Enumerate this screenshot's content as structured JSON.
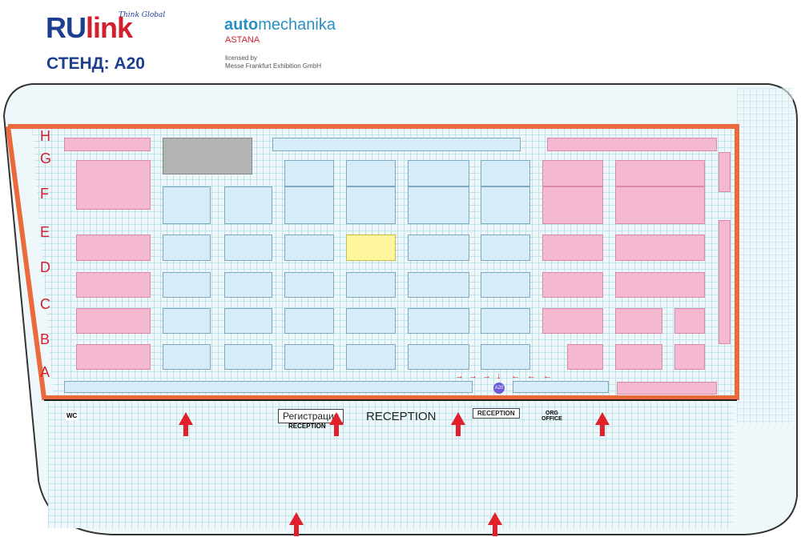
{
  "header": {
    "brand_ru": "RU",
    "brand_link": "link",
    "tagline": "Think Global",
    "stand": "СТЕНД: A20",
    "event_bold": "auto",
    "event_rest": "mechanika",
    "event_city": "ASTANA",
    "licensed_line1": "licensed by",
    "licensed_line2": "Messe Frankfurt Exhibition GmbH"
  },
  "rows": [
    "H",
    "G",
    "F",
    "E",
    "D",
    "C",
    "B",
    "A"
  ],
  "labels": {
    "registration": "Регистрация",
    "reception_small": "RECEPTION",
    "reception_main": "RECEPTION",
    "reception_right": "RECEPTION",
    "org_office": "ORG OFFICE",
    "wc": "WC"
  },
  "highlight_booth": "A20",
  "colors": {
    "wall": "#ea6a3c",
    "arrow": "#e0202a",
    "booth": "#d6ecf8",
    "pink": "#f4b8d0",
    "grid": "#eef8fb"
  }
}
